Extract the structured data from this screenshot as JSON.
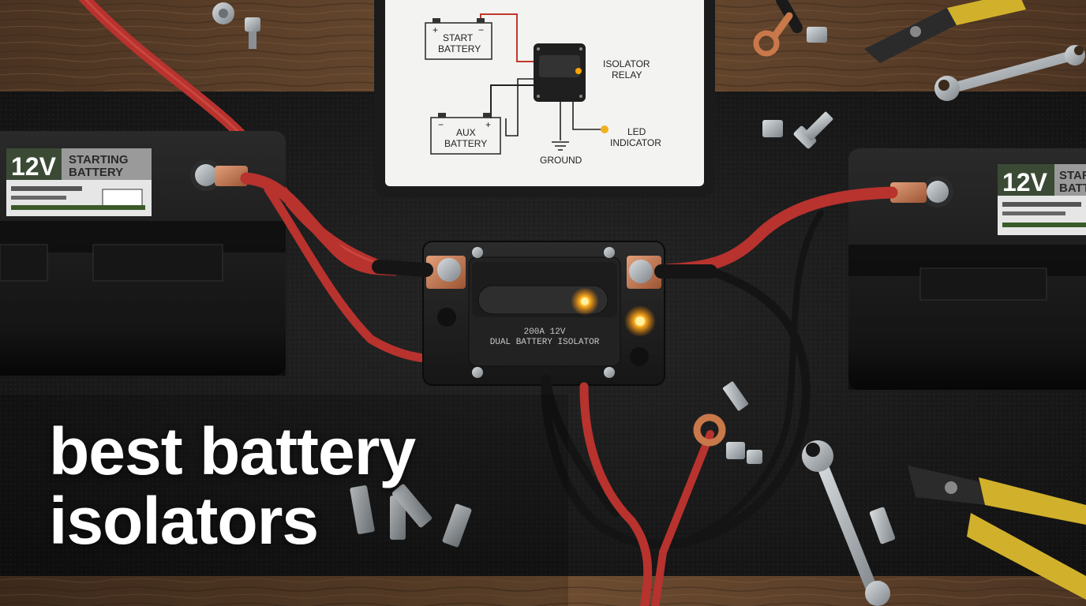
{
  "headline": {
    "line1": "best battery",
    "line2": "isolators"
  },
  "diagram": {
    "start_battery": [
      "START",
      "BATTERY"
    ],
    "aux_battery": [
      "AUX",
      "BATTERY"
    ],
    "isolator_relay": [
      "ISOLATOR",
      "RELAY"
    ],
    "led_indicator": [
      "LED",
      "INDICATOR"
    ],
    "ground": "GROUND",
    "plus": "+",
    "minus": "−"
  },
  "left_battery": {
    "voltage": "12V",
    "label": [
      "STARTING",
      "BATTERY"
    ]
  },
  "right_battery": {
    "voltage": "12V",
    "label": [
      "STAR",
      "BATT"
    ]
  },
  "isolator": {
    "rating": "200A 12V",
    "name": "DUAL BATTERY ISOLATOR"
  },
  "colors": {
    "cable_red": "#b8322e",
    "cable_black": "#141414",
    "led_orange": "#ffb020",
    "copper": "#c9784a",
    "mat": "#1b1b1b",
    "wood": "#6b4a2e"
  }
}
